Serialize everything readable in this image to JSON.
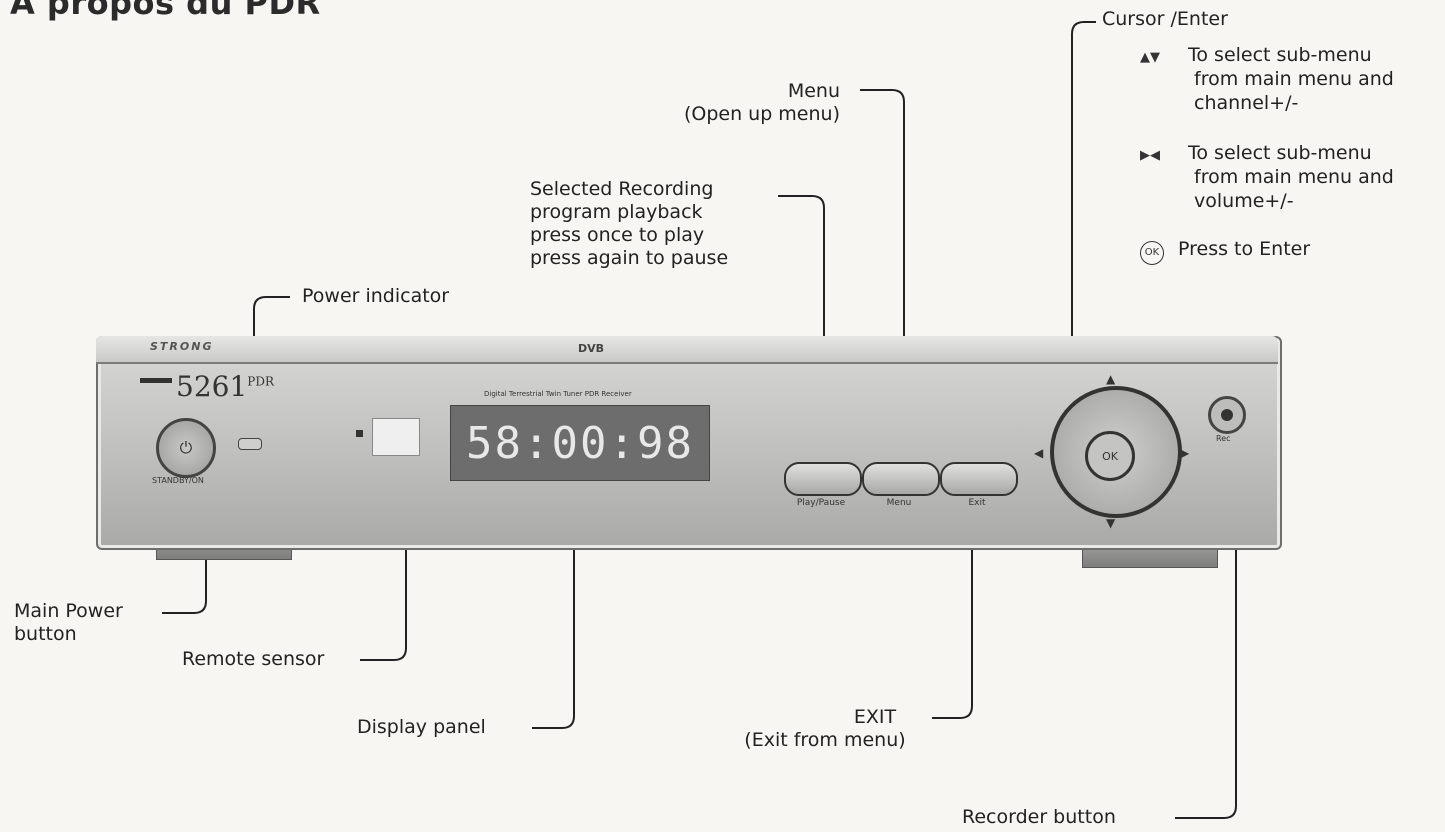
{
  "title": "A propos du PDR",
  "callouts": {
    "cursor_enter": "Cursor /Enter",
    "updown_symbol": "▲▼",
    "updown_lines": [
      "To select sub-menu",
      "from main menu and",
      "channel+/-"
    ],
    "leftright_symbol": "▶◀",
    "leftright_lines": [
      "To select sub-menu",
      "from main menu and",
      "volume+/-"
    ],
    "ok_symbol": "OK",
    "ok_text": "Press to Enter",
    "menu_lines": [
      "Menu",
      "(Open up menu)"
    ],
    "playback_lines": [
      "Selected Recording",
      "program playback",
      "press once to  play",
      "press again to  pause"
    ],
    "power_indicator": "Power indicator",
    "main_power_lines": [
      "Main Power",
      "button"
    ],
    "remote_sensor": "Remote sensor",
    "display_panel": "Display panel",
    "exit_lines": [
      "EXIT",
      "(Exit from menu)"
    ],
    "recorder_button": "Recorder button"
  },
  "device": {
    "brand": "STRONG",
    "dvb": "DVB",
    "model_number": "5261",
    "model_suffix": "PDR",
    "standby_label": "STANDBY/ON",
    "power_glyph": "⏻",
    "display_caption": "Digital Terrestrial Twin Tuner PDR Receiver",
    "display_value": "58:00:98",
    "buttons": [
      "Play/Pause",
      "Menu",
      "Exit"
    ],
    "ok_label": "OK",
    "rec_label": "Rec"
  }
}
